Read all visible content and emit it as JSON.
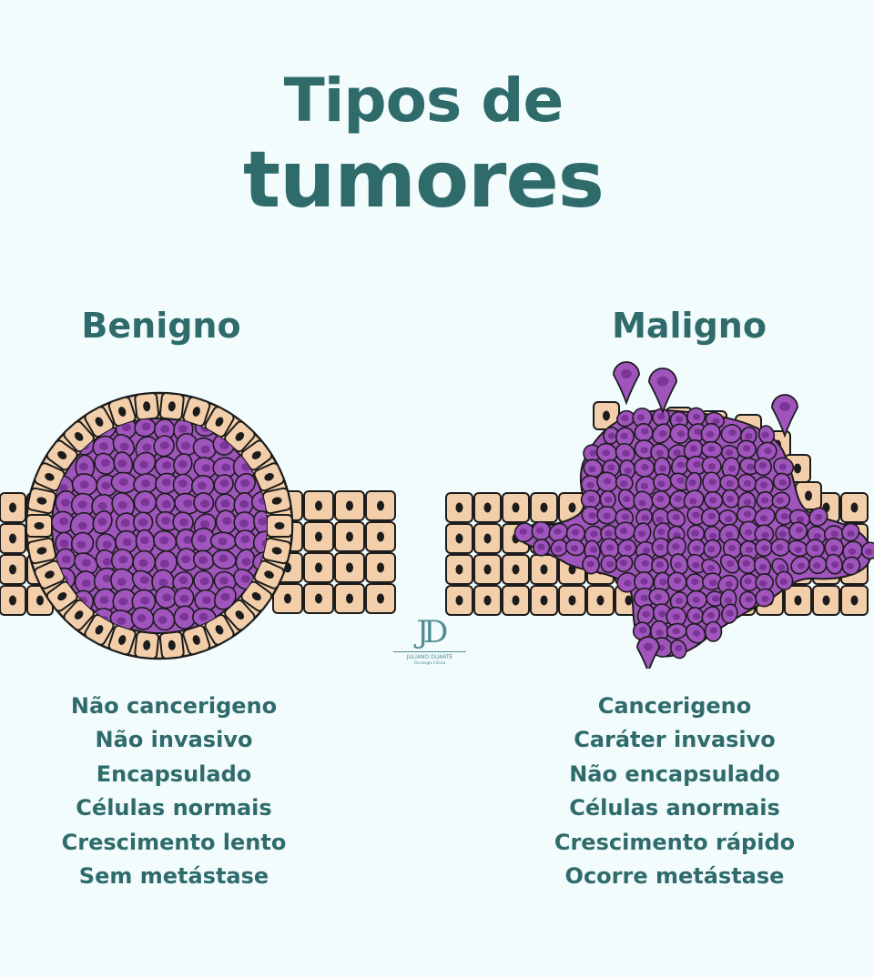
{
  "title": {
    "line1": "Tipos de",
    "line2": "tumores"
  },
  "benign": {
    "heading": "Benigno",
    "features": [
      "Não cancerigeno",
      "Não invasivo",
      "Encapsulado",
      "Células normais",
      "Crescimento lento",
      "Sem metástase"
    ]
  },
  "malignant": {
    "heading": "Maligno",
    "features": [
      "Cancerigeno",
      "Caráter invasivo",
      "Não encapsulado",
      "Células anormais",
      "Crescimento rápido",
      "Ocorre metástase"
    ]
  },
  "logo": {
    "mark": "JD",
    "name": "JULIANO DUARTE",
    "subtitle": "Oncologia Clínica"
  },
  "colors": {
    "background": "#f3fcfd",
    "text": "#2f6b6b",
    "normal_cell": "#f2cfaa",
    "cell_outline": "#1c1c1c",
    "tumor_cell": "#a055bd",
    "tumor_nucleus": "#7a3596"
  }
}
